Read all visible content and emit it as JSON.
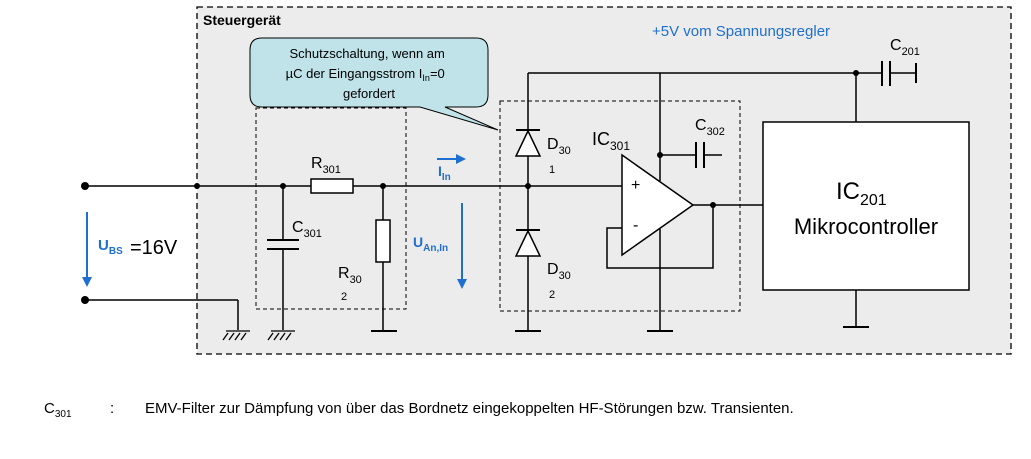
{
  "diagram": {
    "box_title": "Steuergerät",
    "supply_label": "+5V vom Spannungsregler",
    "callout": {
      "line1": "Schutzschaltung, wenn am",
      "line2_pre": "µC der Eingangsstrom I",
      "line2_sub": "In",
      "line2_post": "=0",
      "line3": "gefordert"
    },
    "components": {
      "r301_main": "R",
      "r301_sub": "301",
      "r302_main": "R",
      "r302_sub1": "30",
      "r302_sub2": "2",
      "c301_main": "C",
      "c301_sub": "301",
      "c302_main": "C",
      "c302_sub": "302",
      "c201_main": "C",
      "c201_sub": "201",
      "d301_main": "D",
      "d301_sub1": "30",
      "d301_sub2": "1",
      "d302_main": "D",
      "d302_sub1": "30",
      "d302_sub2": "2",
      "ic301_main": "IC",
      "ic301_sub": "301",
      "ic201_main": "IC",
      "ic201_sub": "201",
      "ic201_name": "Mikrocontroller"
    },
    "opamp": {
      "plus": "+",
      "minus": "-"
    },
    "signals": {
      "ubs_main": "U",
      "ubs_sub": "BS",
      "ubs_value": "=16V",
      "uan_main": "U",
      "uan_sub": "An,In",
      "iin_main": "I",
      "iin_sub": "In"
    },
    "colors": {
      "accent_blue": "#1f6fd1",
      "callout_fill": "#bfe3e8",
      "line": "#000000"
    }
  },
  "footnote": {
    "term_main": "C",
    "term_sub": "301",
    "separator": ":",
    "text": "EMV-Filter zur Dämpfung von über das Bordnetz eingekoppelten HF-Störungen bzw. Transienten."
  }
}
